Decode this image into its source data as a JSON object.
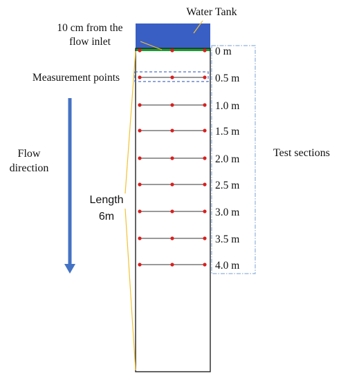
{
  "labels": {
    "water_tank": "Water Tank",
    "inlet_note_line1": "10 cm from the",
    "inlet_note_line2": "flow inlet",
    "measurement_points": "Measurement points",
    "flow_line1": "Flow",
    "flow_line2": "direction",
    "length_line1": "Length",
    "length_line2": "6m",
    "test_sections": "Test sections"
  },
  "sections": [
    {
      "label": "0 m"
    },
    {
      "label": "0.5 m"
    },
    {
      "label": "1.0 m"
    },
    {
      "label": "1.5 m"
    },
    {
      "label": "2.0 m"
    },
    {
      "label": "2.5 m"
    },
    {
      "label": "3.0 m"
    },
    {
      "label": "3.5 m"
    },
    {
      "label": "4.0 m"
    }
  ],
  "colors": {
    "tank": "#3a5fc4",
    "inlet_strip": "#1f9a3a",
    "arrow": "#4472c4",
    "point": "#d92020",
    "leader": "#f2c230",
    "dashed_box": "#4a6fc8",
    "test_box": "#8fb0dd",
    "outline": "#222222"
  }
}
